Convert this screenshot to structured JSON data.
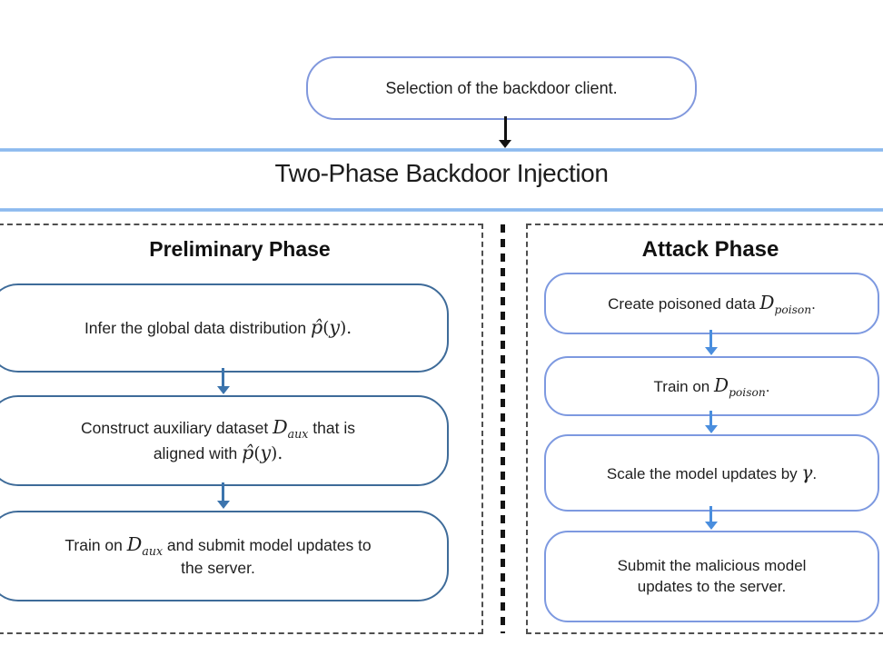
{
  "colors": {
    "band_line": "#84b3ec",
    "top_box_border": "#8198dd",
    "left_box_border": "#3e6b99",
    "right_box_border": "#7d99e0",
    "left_arrow": "#3c74ad",
    "right_arrow": "#4a8ede",
    "top_arrow": "#111111",
    "panel_dash": "#4f4f4f",
    "divider_dash": "#141414",
    "text": "#1f1f1f"
  },
  "top_box": {
    "segments": [
      {
        "k": "t",
        "v": "Selection of the backdoor client."
      }
    ]
  },
  "banner": {
    "title": "Two-Phase Backdoor Injection"
  },
  "left_panel": {
    "heading": "Preliminary Phase",
    "boxes": [
      {
        "segments": [
          {
            "k": "t",
            "v": "Infer the global data distribution "
          },
          {
            "k": "m",
            "v": "p̂"
          },
          {
            "k": "r",
            "v": "("
          },
          {
            "k": "m",
            "v": "y"
          },
          {
            "k": "r",
            "v": ")."
          }
        ]
      },
      {
        "segments": [
          {
            "k": "t",
            "v": "Construct auxiliary dataset "
          },
          {
            "k": "m",
            "v": "D"
          },
          {
            "k": "sub",
            "v": "aux"
          },
          {
            "k": "t",
            "v": " that is"
          },
          {
            "k": "br"
          },
          {
            "k": "t",
            "v": "aligned with "
          },
          {
            "k": "m",
            "v": "p̂"
          },
          {
            "k": "r",
            "v": "("
          },
          {
            "k": "m",
            "v": "y"
          },
          {
            "k": "r",
            "v": ")."
          }
        ]
      },
      {
        "segments": [
          {
            "k": "t",
            "v": "Train on "
          },
          {
            "k": "m",
            "v": "D"
          },
          {
            "k": "sub",
            "v": "aux"
          },
          {
            "k": "t",
            "v": " and submit model updates to"
          },
          {
            "k": "br"
          },
          {
            "k": "t",
            "v": "the server."
          }
        ]
      }
    ]
  },
  "right_panel": {
    "heading": "Attack Phase",
    "boxes": [
      {
        "segments": [
          {
            "k": "t",
            "v": "Create poisoned data "
          },
          {
            "k": "m",
            "v": "D"
          },
          {
            "k": "sub",
            "v": "poison"
          },
          {
            "k": "t",
            "v": "."
          }
        ]
      },
      {
        "segments": [
          {
            "k": "t",
            "v": "Train on "
          },
          {
            "k": "m",
            "v": "D"
          },
          {
            "k": "sub",
            "v": "poison"
          },
          {
            "k": "t",
            "v": "."
          }
        ]
      },
      {
        "segments": [
          {
            "k": "t",
            "v": "Scale the model updates by "
          },
          {
            "k": "m",
            "v": "γ"
          },
          {
            "k": "t",
            "v": "."
          }
        ]
      },
      {
        "segments": [
          {
            "k": "t",
            "v": "Submit the malicious model"
          },
          {
            "k": "br"
          },
          {
            "k": "t",
            "v": "updates to the server."
          }
        ]
      }
    ]
  }
}
